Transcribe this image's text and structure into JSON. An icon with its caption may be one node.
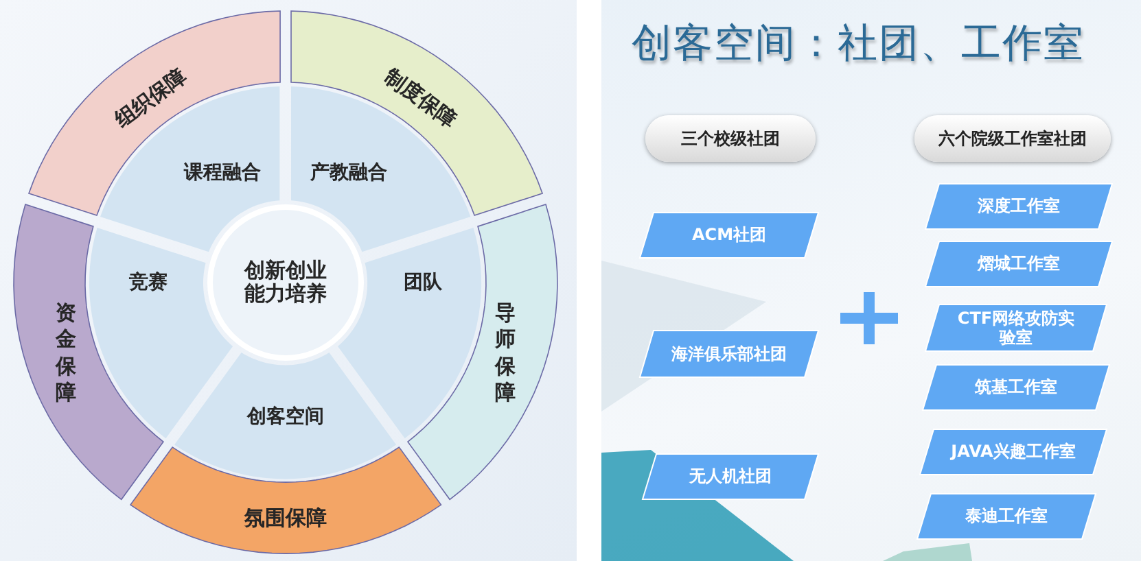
{
  "diagram": {
    "title": "创客空间：社团、工作室",
    "nodes": [
      {
        "text": [
          "组织保障"
        ]
      },
      {
        "text": [
          "制度保障"
        ]
      },
      {
        "text": [
          "课程融合"
        ]
      },
      {
        "text": [
          "产教融合"
        ]
      },
      {
        "text": [
          "创新创业能力培养"
        ]
      },
      {
        "text": [
          "资金保障"
        ]
      },
      {
        "text": [
          "竞赛"
        ]
      },
      {
        "text": [
          "团队"
        ]
      },
      {
        "text": [
          "导师保障"
        ]
      },
      {
        "text": [
          "创客空间"
        ]
      },
      {
        "text": [
          "氛围保障"
        ]
      },
      {
        "text": [
          "三个校级社团"
        ]
      },
      {
        "text": [
          "ACM社团"
        ]
      },
      {
        "text": [
          "海洋俱乐部社团"
        ]
      },
      {
        "text": [
          "无人机社团"
        ]
      },
      {
        "text": [
          "六个院级工作室社团"
        ]
      },
      {
        "text": [
          "深度工作室"
        ]
      },
      {
        "text": [
          "熠城工作室"
        ]
      },
      {
        "text": [
          "CTF网络攻防实验室"
        ]
      },
      {
        "text": [
          "筑基工作室"
        ]
      },
      {
        "text": [
          "JAVA兴趣工作室"
        ]
      },
      {
        "text": [
          "泰迪工作室"
        ]
      }
    ],
    "edges": []
  }
}
